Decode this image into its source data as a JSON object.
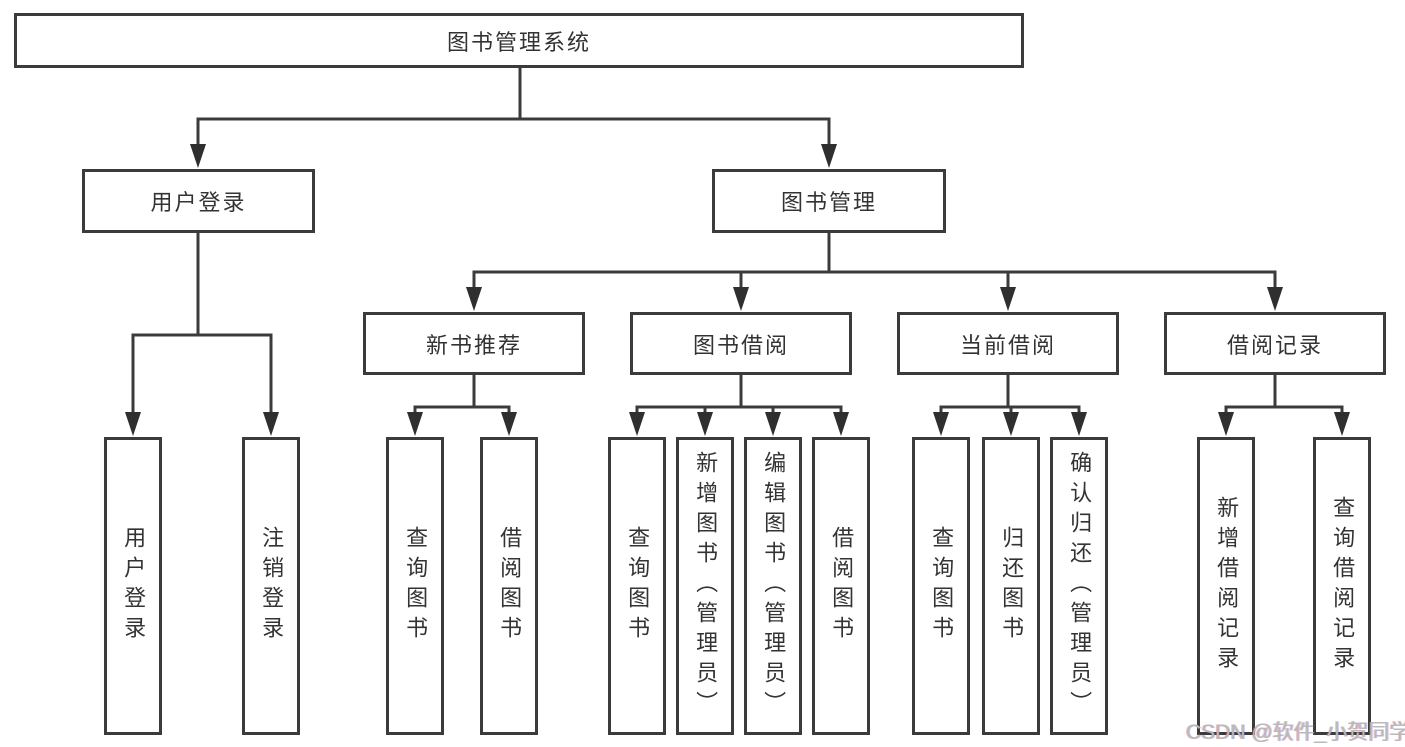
{
  "diagram": {
    "root": "图书管理系统",
    "level1": {
      "user_login": "用户登录",
      "book_management": "图书管理"
    },
    "level2": {
      "new_book_recommend": "新书推荐",
      "book_borrowing": "图书借阅",
      "current_borrowing": "当前借阅",
      "borrowing_records": "借阅记录"
    },
    "leaves": {
      "user_login": "用户登录",
      "logout": "注销登录",
      "newbook_query_books": "查询图书",
      "newbook_borrow_books": "借阅图书",
      "borrowing_query_books": "查询图书",
      "borrowing_add_books": "新增图书（管理员）",
      "borrowing_edit_books": "编辑图书（管理员）",
      "borrowing_borrow_books": "借阅图书",
      "current_query_books": "查询图书",
      "current_return_books": "归还图书",
      "current_confirm_return": "确认归还（管理员）",
      "records_add_record": "新增借阅记录",
      "records_query_record": "查询借阅记录"
    },
    "watermark": "CSDN @软件_小贺同学",
    "colors": {
      "line": "#3b3b3b",
      "arrowhead": "#2f2f2f",
      "text": "#333333",
      "background": "#ffffff",
      "watermark": "#b9b9b9"
    }
  }
}
